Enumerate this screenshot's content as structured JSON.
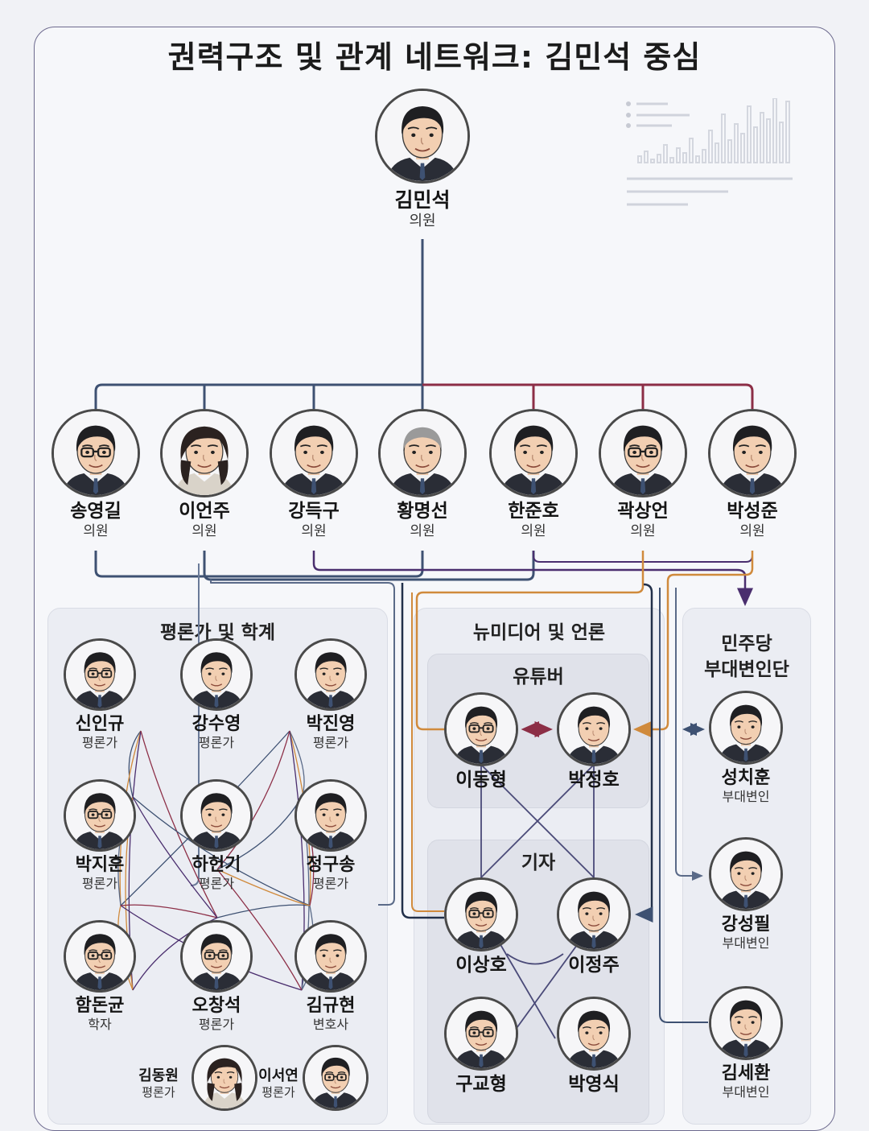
{
  "title": "권력구조 및 관계 네트워크: 김민석 중심",
  "colors": {
    "navy": "#3e5172",
    "red": "#8c2e46",
    "orange": "#d08a3c",
    "purple": "#4a2e6e",
    "grey": "#5a6a88",
    "frame": "#6d6a8e"
  },
  "center": {
    "name": "김민석",
    "role": "의원"
  },
  "legislators": [
    {
      "name": "송영길",
      "role": "의원",
      "glasses": true,
      "hair": "short"
    },
    {
      "name": "이언주",
      "role": "의원",
      "glasses": false,
      "hair": "female"
    },
    {
      "name": "강득구",
      "role": "의원",
      "glasses": false,
      "hair": "short"
    },
    {
      "name": "황명선",
      "role": "의원",
      "glasses": false,
      "hair": "grey"
    },
    {
      "name": "한준호",
      "role": "의원",
      "glasses": false,
      "hair": "short"
    },
    {
      "name": "곽상언",
      "role": "의원",
      "glasses": true,
      "hair": "short"
    },
    {
      "name": "박성준",
      "role": "의원",
      "glasses": false,
      "hair": "short"
    }
  ],
  "critics": {
    "title": "평론가 및 학계",
    "members": [
      {
        "name": "신인규",
        "role": "평론가",
        "glasses": true
      },
      {
        "name": "강수영",
        "role": "평론가",
        "glasses": false
      },
      {
        "name": "박진영",
        "role": "평론가",
        "glasses": false
      },
      {
        "name": "박지훈",
        "role": "평론가",
        "glasses": true
      },
      {
        "name": "하헌기",
        "role": "평론가",
        "glasses": false
      },
      {
        "name": "정구송",
        "role": "평론가",
        "glasses": false
      },
      {
        "name": "함돈균",
        "role": "학자",
        "glasses": true
      },
      {
        "name": "오창석",
        "role": "평론가",
        "glasses": true
      },
      {
        "name": "김규현",
        "role": "변호사",
        "glasses": false
      }
    ],
    "extra": [
      {
        "name": "김동원",
        "role": "평론가",
        "glasses": false,
        "hair": "female"
      },
      {
        "name": "이서연",
        "role": "평론가",
        "glasses": true
      }
    ]
  },
  "media": {
    "title": "뉴미디어 및 언론",
    "youtubers": {
      "title": "유튜버",
      "members": [
        {
          "name": "이동형",
          "glasses": true
        },
        {
          "name": "박정호",
          "glasses": false
        }
      ]
    },
    "reporters": {
      "title": "기자",
      "members": [
        {
          "name": "이상호",
          "glasses": true
        },
        {
          "name": "이정주",
          "glasses": false
        },
        {
          "name": "구교형",
          "glasses": true
        },
        {
          "name": "박영식",
          "glasses": false
        }
      ]
    }
  },
  "party": {
    "title_line1": "민주당",
    "title_line2": "부대변인단",
    "members": [
      {
        "name": "성치훈",
        "role": "부대변인",
        "glasses": false
      },
      {
        "name": "강성필",
        "role": "부대변인",
        "glasses": false
      },
      {
        "name": "김세환",
        "role": "부대변인",
        "glasses": false
      }
    ]
  },
  "icons": {
    "portrait": "person-portrait-icon",
    "chart": "bar-chart-decor-icon"
  }
}
